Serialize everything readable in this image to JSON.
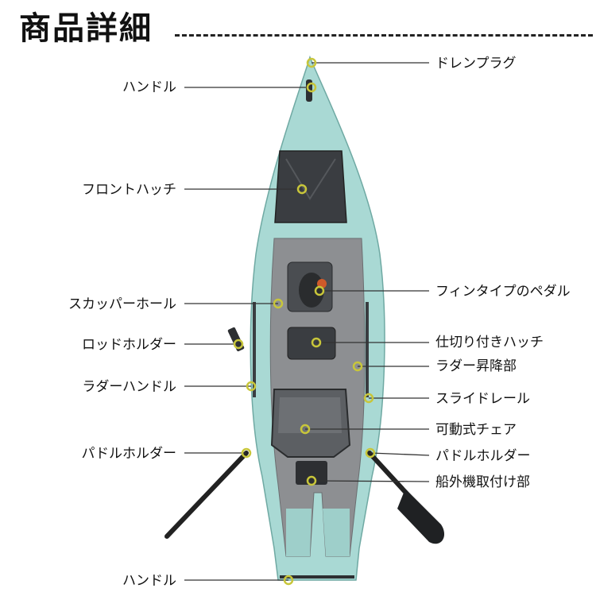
{
  "title": "商品詳細",
  "colors": {
    "hull": "#a9d9d4",
    "hull_shade": "#86c2bc",
    "deck_mat": "#8d8f92",
    "hatch": "#3a3d41",
    "marker": "#c8c63a",
    "leader": "#333333"
  },
  "labels": {
    "drain_plug": "ドレンプラグ",
    "handle_front": "ハンドル",
    "front_hatch": "フロントハッチ",
    "fin_pedal": "フィンタイプのペダル",
    "scupper_hole": "スカッパーホール",
    "rod_holder": "ロッドホルダー",
    "divided_hatch": "仕切り付きハッチ",
    "rudder_lift": "ラダー昇降部",
    "rudder_handle": "ラダーハンドル",
    "slide_rail": "スライドレール",
    "movable_chair": "可動式チェア",
    "paddle_holder_left": "パドルホルダー",
    "paddle_holder_right": "パドルホルダー",
    "motor_mount": "船外機取付け部",
    "handle_rear": "ハンドル"
  }
}
